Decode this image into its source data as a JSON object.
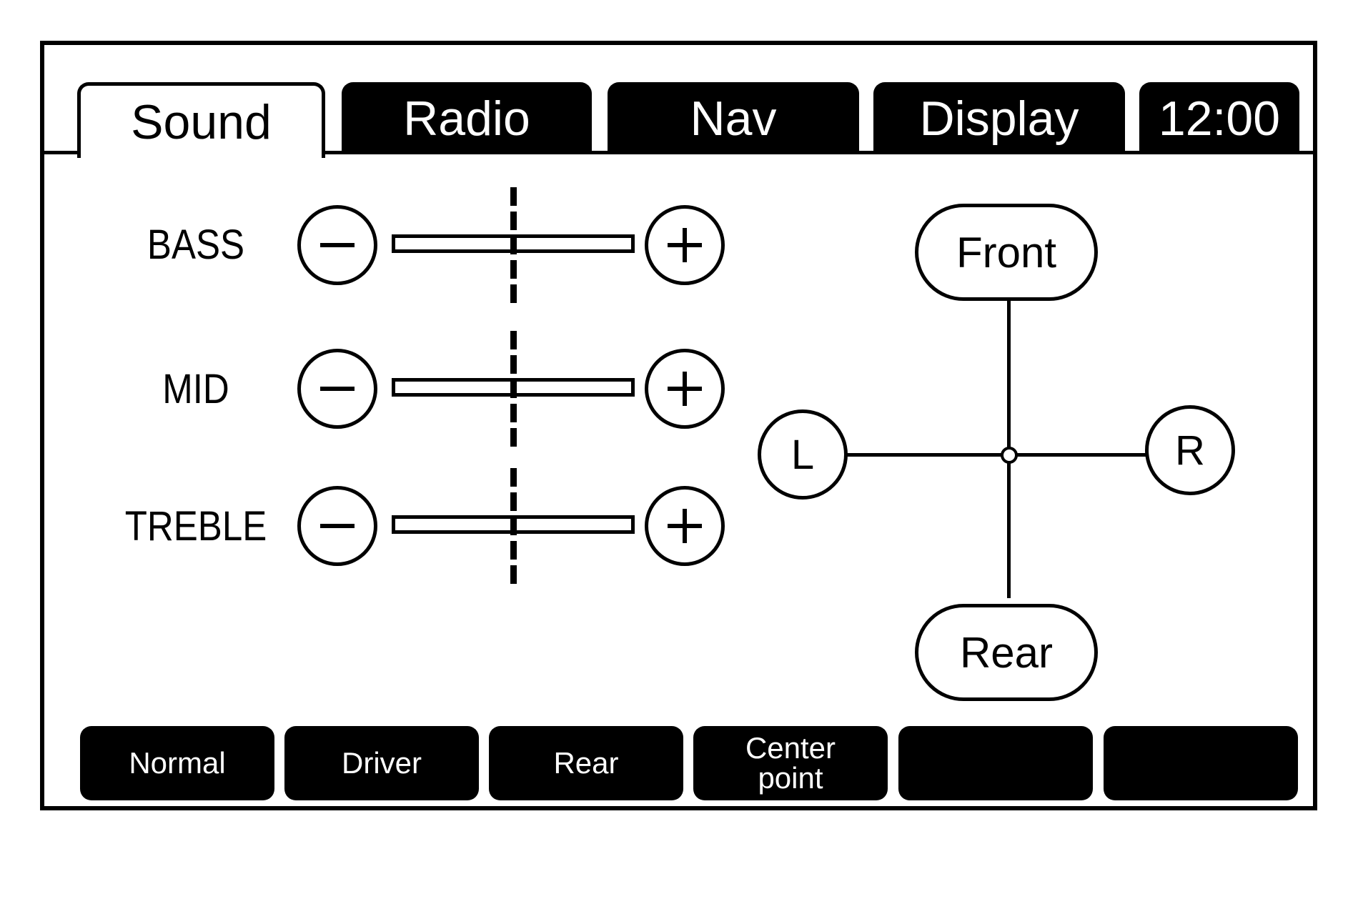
{
  "tabs": [
    {
      "label": "Sound",
      "active": true
    },
    {
      "label": "Radio",
      "active": false
    },
    {
      "label": "Nav",
      "active": false
    },
    {
      "label": "Display",
      "active": false
    },
    {
      "label": "12:00",
      "active": false
    }
  ],
  "tone": {
    "rows": [
      {
        "label": "BASS",
        "level": 0.5
      },
      {
        "label": "MID",
        "level": 0.5
      },
      {
        "label": "TREBLE",
        "level": 0.5
      }
    ],
    "minus_icon": "minus-icon",
    "plus_icon": "plus-icon"
  },
  "fade_balance": {
    "front": "Front",
    "rear": "Rear",
    "left": "L",
    "right": "R"
  },
  "softkeys": [
    "Normal",
    "Driver",
    "Rear",
    "Center\npoint",
    "",
    ""
  ],
  "colors": {
    "foreground": "#000000",
    "background": "#ffffff"
  }
}
